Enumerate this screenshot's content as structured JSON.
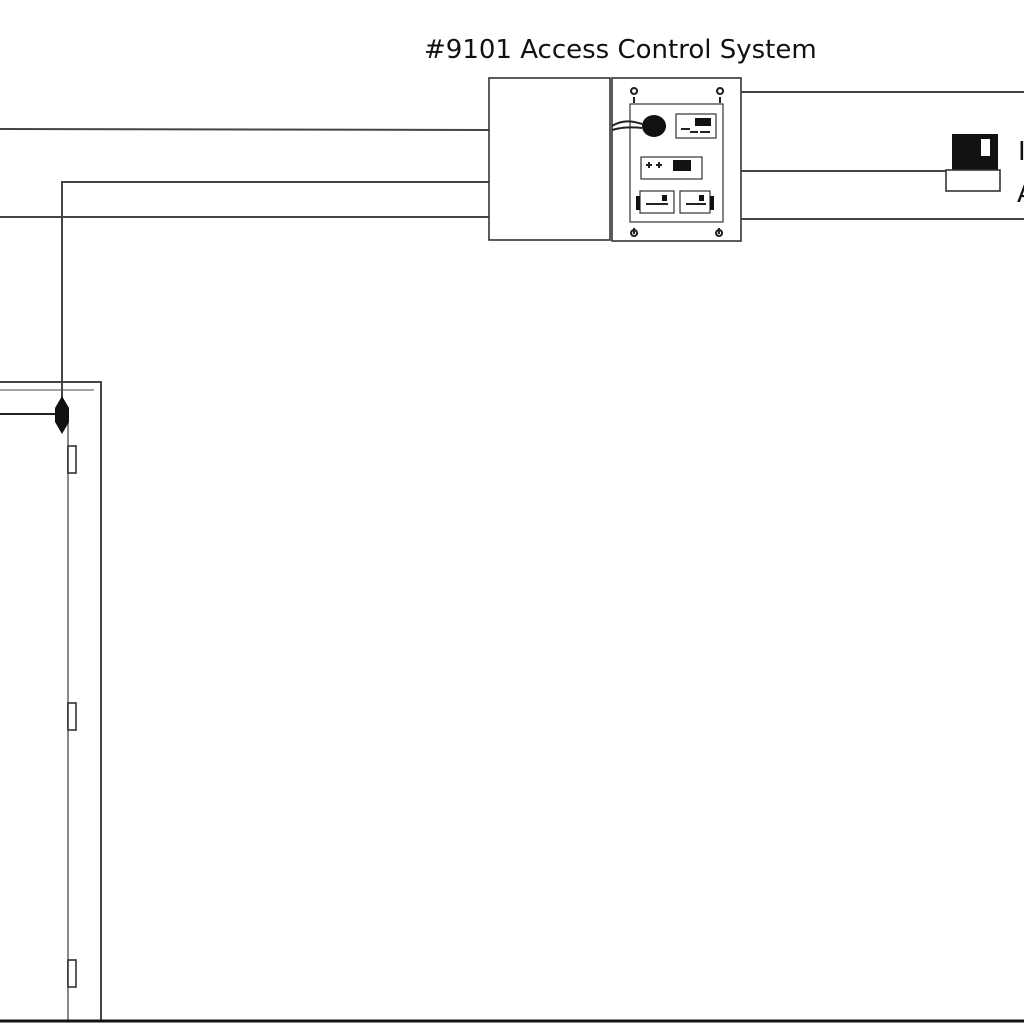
{
  "diagram": {
    "title": "#9101 Access Control System",
    "right_label_partial_1": "I",
    "right_label_partial_2": "A"
  },
  "colors": {
    "wire": "#444444",
    "outline": "#333333",
    "fill_dark": "#111111",
    "background": "#ffffff"
  },
  "icons": {
    "control_panel": "control-panel-icon",
    "keypad": "keypad-reader-icon",
    "door": "door-icon",
    "lock": "electric-strike-icon"
  }
}
